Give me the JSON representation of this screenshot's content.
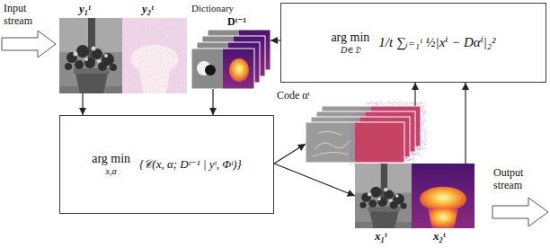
{
  "diagram": {
    "nodes": [
      {
        "text": [
          "y₁ᵗ"
        ]
      },
      {
        "text": [
          "y₂ᵗ"
        ]
      },
      {
        "text": [
          "Dictionary",
          "Dᵗ⁻¹"
        ]
      },
      {
        "text": [
          "arg min",
          "D∈𝔇",
          "1/t ∑ᵢ₌₁ᵗ ½|xⁱ − Dαⁱ|₂²"
        ]
      },
      {
        "text": [
          "arg min",
          "x,α",
          "{𝒞(x, α; Dᵗ⁻¹ | yᵗ, Φᵗ)}"
        ]
      },
      {
        "text": [
          "Code αᵗ"
        ]
      },
      {
        "text": [
          "x₁ᵗ"
        ]
      },
      {
        "text": [
          "x₂ᵗ"
        ]
      }
    ],
    "edges": [
      {
        "from": 0,
        "to": 4,
        "arrow": "to"
      },
      {
        "from": 2,
        "to": 4,
        "arrow": "to"
      },
      {
        "from": 3,
        "to": 2,
        "arrow": "to"
      },
      {
        "from": 4,
        "to": 5,
        "arrow": "to"
      },
      {
        "from": 4,
        "to": 6,
        "arrow": "to"
      },
      {
        "from": 5,
        "to": 3,
        "arrow": "to"
      },
      {
        "from": 7,
        "to": 3,
        "arrow": "to"
      }
    ],
    "labels": [
      "Input stream",
      "Output stream"
    ]
  }
}
